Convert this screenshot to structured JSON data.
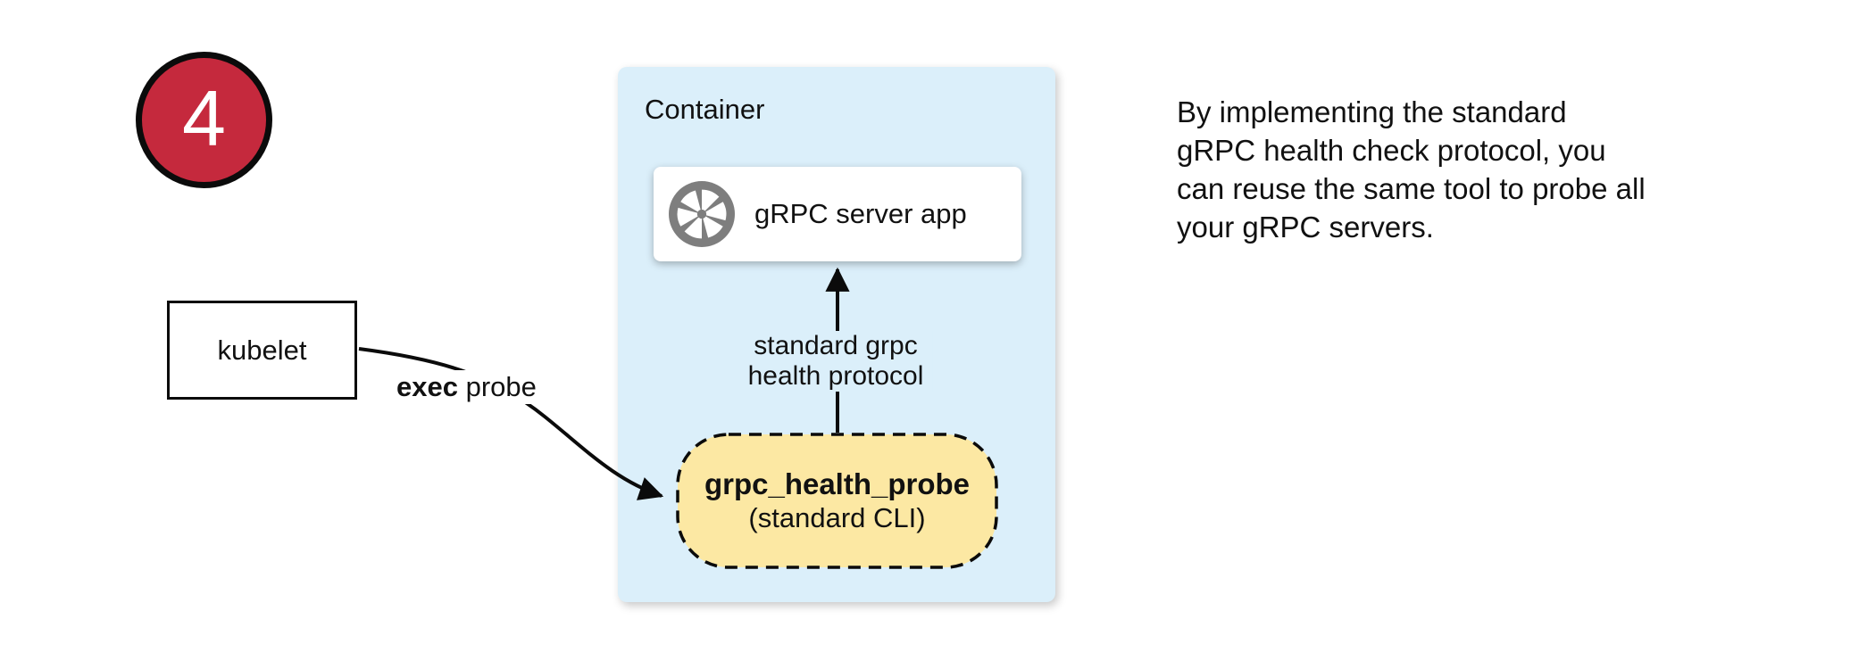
{
  "diagram": {
    "step_badge": {
      "number": "4",
      "fill": "#C5293D"
    },
    "kubelet": {
      "label": "kubelet"
    },
    "container": {
      "title": "Container",
      "fill": "#DBEFFA",
      "server_app": {
        "label": "gRPC server app",
        "icon": "shutter-icon",
        "icon_color": "#7E7E7E"
      },
      "health_probe": {
        "name": "grpc_health_probe",
        "subtitle": "(standard CLI)",
        "fill": "#FCE8A3"
      }
    },
    "edges": {
      "exec_probe": {
        "keyword": "exec",
        "rest": " probe"
      },
      "health_protocol": {
        "line1": "standard grpc",
        "line2": "health protocol"
      }
    },
    "caption": {
      "lines": [
        "By implementing the standard",
        "gRPC health check protocol, you",
        "can reuse the same tool to probe all",
        "your gRPC servers."
      ]
    }
  }
}
